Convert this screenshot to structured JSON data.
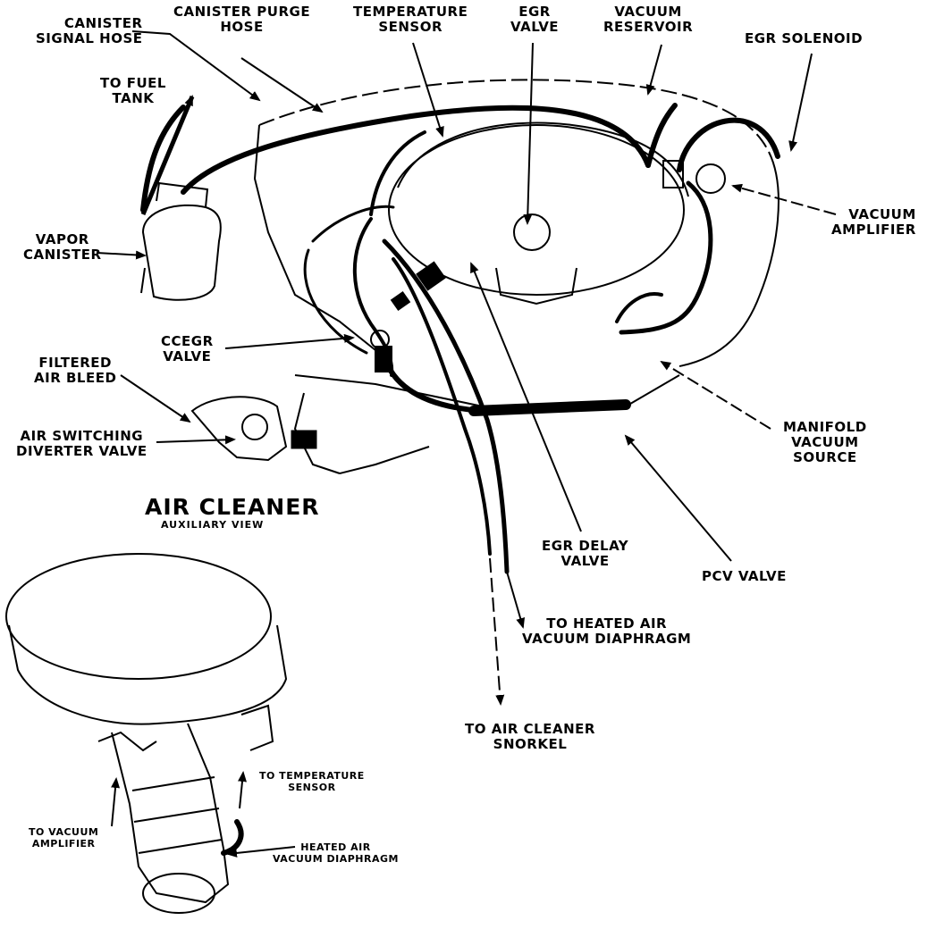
{
  "labels": {
    "canister_signal_hose": [
      "CANISTER",
      "SIGNAL HOSE"
    ],
    "canister_purge_hose": [
      "CANISTER PURGE",
      "HOSE"
    ],
    "temperature_sensor": [
      "TEMPERATURE",
      "SENSOR"
    ],
    "egr_valve": [
      "EGR",
      "VALVE"
    ],
    "vacuum_reservoir": [
      "VACUUM",
      "RESERVOIR"
    ],
    "egr_solenoid": [
      "EGR SOLENOID"
    ],
    "to_fuel_tank": [
      "TO FUEL",
      "TANK"
    ],
    "vacuum_amplifier": [
      "VACUUM",
      "AMPLIFIER"
    ],
    "vapor_canister": [
      "VAPOR",
      "CANISTER"
    ],
    "ccegr_valve": [
      "CCEGR",
      "VALVE"
    ],
    "filtered_air_bleed": [
      "FILTERED",
      "AIR BLEED"
    ],
    "air_switching_diverter_valve": [
      "AIR SWITCHING",
      "DIVERTER VALVE"
    ],
    "manifold_vacuum_source": [
      "MANIFOLD",
      "VACUUM",
      "SOURCE"
    ],
    "egr_delay_valve": [
      "EGR DELAY",
      "VALVE"
    ],
    "pcv_valve": [
      "PCV VALVE"
    ],
    "to_heated_air_vacuum_diaphragm": [
      "TO HEATED AIR",
      "VACUUM DIAPHRAGM"
    ],
    "to_air_cleaner_snorkel": [
      "TO AIR CLEANER",
      "SNORKEL"
    ],
    "to_temperature_sensor": [
      "TO TEMPERATURE",
      "SENSOR"
    ],
    "to_vacuum_amplifier": [
      "TO VACUUM",
      "AMPLIFIER"
    ],
    "heated_air_vacuum_diaphragm": [
      "HEATED AIR",
      "VACUUM DIAPHRAGM"
    ]
  },
  "air_cleaner": {
    "title": "AIR CLEANER",
    "subtitle": "AUXILIARY VIEW"
  }
}
